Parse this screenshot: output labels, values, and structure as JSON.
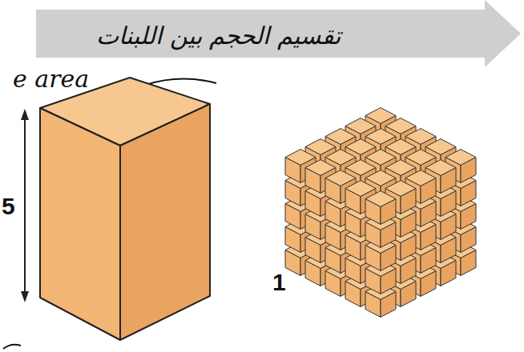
{
  "diagram": {
    "labels": [
      "تقسيم الحجم بين اللبنات",
      "e area",
      "5",
      "1"
    ]
  }
}
